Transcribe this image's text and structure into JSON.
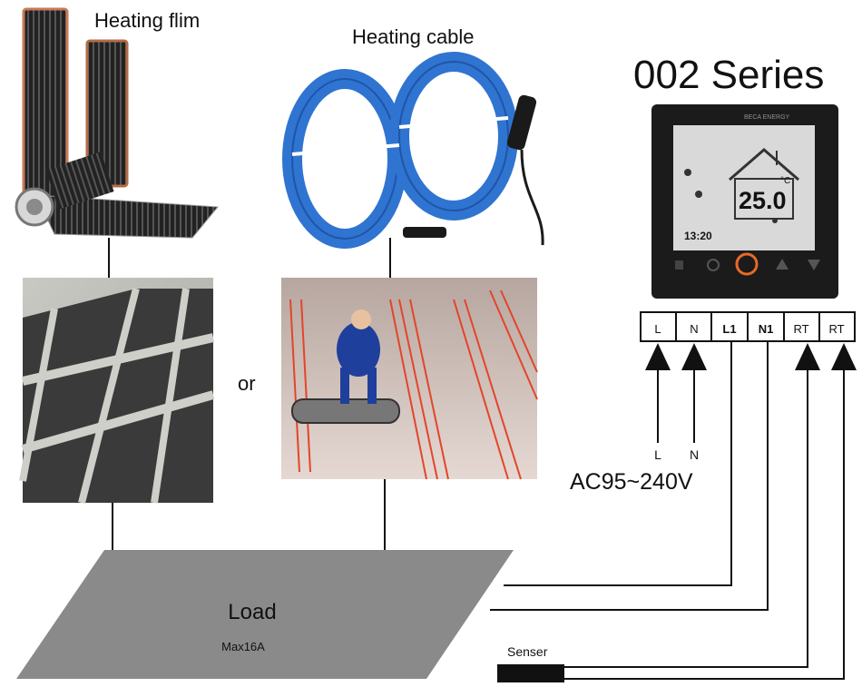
{
  "labels": {
    "heating_film": "Heating flim",
    "heating_cable": "Heating cable",
    "series": "002 Series",
    "or": "or",
    "load": "Load",
    "load_max": "Max16A",
    "voltage": "AC95~240V",
    "sensor": "Senser",
    "line_l": "L",
    "line_n": "N"
  },
  "thermostat": {
    "brand": "BECA ENERGY",
    "temperature": "25.0",
    "unit": "°C",
    "clock": "13:20"
  },
  "terminals": [
    "L",
    "N",
    "L1",
    "N1",
    "RT",
    "RT"
  ],
  "colors": {
    "cable_blue": "#2f74d0",
    "film_black": "#1b1b1b",
    "load_gray": "#8a8a8a",
    "accent_orange": "#e8692a",
    "heating_red": "#e3452a"
  }
}
